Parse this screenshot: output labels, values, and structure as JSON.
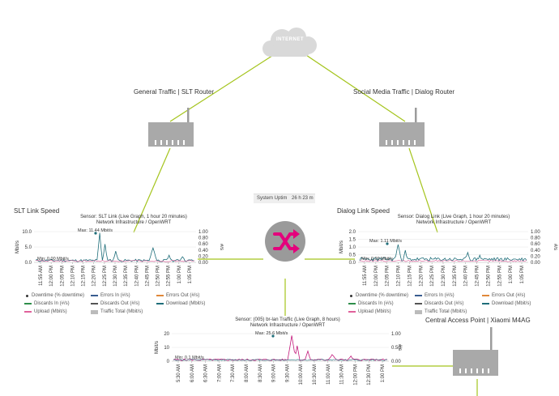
{
  "nodes": {
    "internet": "INTERNET",
    "slt_router": "General Traffic | SLT Router",
    "dialog_router": "Social Media Traffic | Dialog Router",
    "access_point": "Central Access Point | Xiaomi M4AG"
  },
  "uptime": {
    "label": "System Uptim",
    "value": "26 h 23 m"
  },
  "slt_panel": {
    "title": "SLT Link Speed",
    "caption1": "Sensor: SLT Link (Live Graph, 1 hour 20 minutes)",
    "caption2": "Network Infrastructure / OpenWRT",
    "y_unit": "Mbit/s",
    "y2_unit": "#/s",
    "max_label": "Max: 11.44 Mbit/s",
    "min_label": "Min: 0.00 Mbit/s",
    "y_ticks": [
      "10.0",
      "5.0",
      "0.0"
    ],
    "y2_ticks": [
      "1.00",
      "0.80",
      "0.60",
      "0.40",
      "0.20",
      "0.00"
    ],
    "x_ticks": [
      "11:55 AM",
      "12:00 PM",
      "12:05 PM",
      "12:10 PM",
      "12:15 PM",
      "12:20 PM",
      "12:25 PM",
      "12:30 PM",
      "12:35 PM",
      "12:40 PM",
      "12:45 PM",
      "12:50 PM",
      "12:55 PM",
      "1:00 PM",
      "1:05 PM"
    ]
  },
  "dialog_panel": {
    "title": "Dialog Link Speed",
    "caption1": "Sensor: Dialog Link (Live Graph, 1 hour 20 minutes)",
    "caption2": "Network Infrastructure / OpenWRT",
    "y_unit": "Mbit/s",
    "y2_unit": "#/s",
    "max_label": "Max: 1.11 Mbit/s",
    "min_label": "Min: 0.00 Mbit/s",
    "y_ticks": [
      "2.0",
      "1.5",
      "1.0",
      "0.5",
      "0.0"
    ],
    "y2_ticks": [
      "1.00",
      "0.80",
      "0.60",
      "0.40",
      "0.20",
      "0.00"
    ],
    "x_ticks": [
      "11:55 AM",
      "12:00 PM",
      "12:05 PM",
      "12:10 PM",
      "12:15 PM",
      "12:20 PM",
      "12:25 PM",
      "12:30 PM",
      "12:35 PM",
      "12:40 PM",
      "12:45 PM",
      "12:50 PM",
      "12:55 PM",
      "1:00 PM",
      "1:05 PM"
    ]
  },
  "lan_panel": {
    "caption1": "Sensor: (005) br-lan Traffic (Live Graph, 8 hours)",
    "caption2": "Network Infrastructure / OpenWRT",
    "y_unit": "Mbit/s",
    "y2_unit": "#/s",
    "max_label": "Max: 25.6 Mbit/s",
    "min_label": "Min: 0.1 Mbit/s",
    "y_ticks": [
      "20",
      "10",
      "0"
    ],
    "y2_ticks": [
      "1.00",
      "0.50",
      "0.00"
    ],
    "x_ticks": [
      "5:30 AM",
      "6:00 AM",
      "6:30 AM",
      "7:00 AM",
      "7:30 AM",
      "8:00 AM",
      "8:30 AM",
      "9:00 AM",
      "9:30 AM",
      "10:00 AM",
      "10:30 AM",
      "11:00 AM",
      "11:30 AM",
      "12:00 PM",
      "12:30 PM",
      "1:00 PM"
    ]
  },
  "legend": {
    "downtime": "Downtime (% downtime)",
    "errors_in": "Errors In (#/s)",
    "errors_out": "Errors Out (#/s)",
    "discards_in": "Discards In (#/s)",
    "discards_out": "Discards Out (#/s)",
    "download": "Download (Mbit/s)",
    "upload": "Upload (Mbit/s)",
    "traffic_total": "Traffic Total (Mbit/s)"
  },
  "colors": {
    "link_line": "#a4c41c",
    "router_gray": "#a9a9a9",
    "switch_gray": "#9a9a9a",
    "switch_arrows": "#e4007c",
    "teal": "#1f6e7a",
    "magenta": "#c2187a",
    "orange": "#e0883a",
    "pink": "#e0619b",
    "gray_total": "#bbbbbb",
    "green_discard": "#2f8e4a",
    "blue_discard": "#385c8f"
  }
}
